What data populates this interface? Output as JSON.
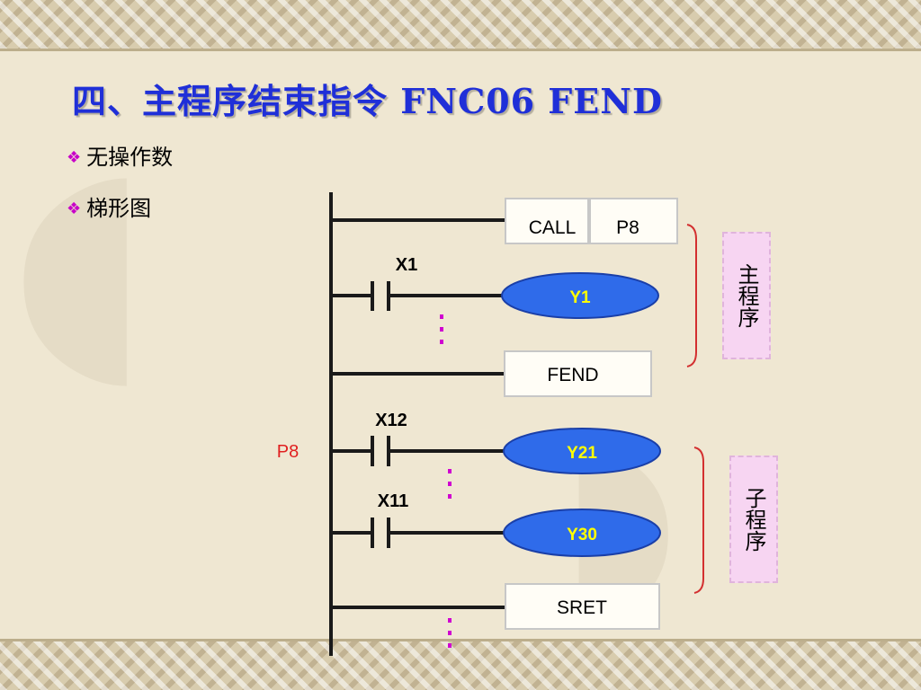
{
  "title": "四、主程序结束指令 FNC06   FEND",
  "bullets": [
    "无操作数",
    "梯形图"
  ],
  "bullet_icon": "diamond-cluster-icon",
  "colors": {
    "title": "#1f2fd8",
    "bullet_mark": "#c800c8",
    "coil_fill": "#2f6bea",
    "coil_text": "#ffff00",
    "bracket": "#d33030",
    "side_label_bg": "#f7d5f2",
    "p8_label": "#e02020"
  },
  "ladder": {
    "call": {
      "op": "CALL",
      "arg": "P8"
    },
    "main_contact": "X1",
    "main_coil": "Y1",
    "fend": "FEND",
    "pointer": "P8",
    "sub_contact_1": "X12",
    "sub_coil_1": "Y21",
    "sub_contact_2": "X11",
    "sub_coil_2": "Y30",
    "sret": "SRET"
  },
  "side_labels": {
    "main": "主程序",
    "sub": "子程序"
  }
}
